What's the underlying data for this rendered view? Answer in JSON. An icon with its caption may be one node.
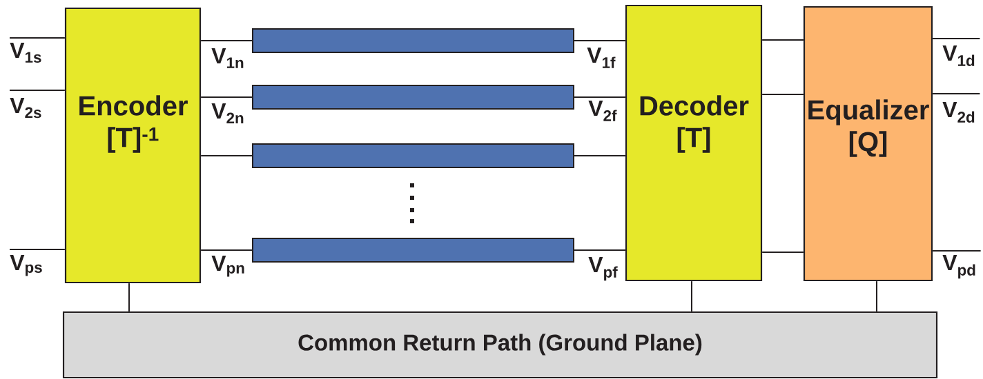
{
  "diagram": {
    "nodes": [
      {
        "text": [
          "Encoder",
          "[T]$^{-1}$"
        ]
      },
      {
        "text": [
          "Decoder",
          "[T]"
        ]
      },
      {
        "text": [
          "Equalizer",
          "[Q]"
        ]
      },
      {
        "text": [
          "Common Return Path (Ground Plane)"
        ]
      },
      {
        "text": [],
        "shape": "bar"
      },
      {
        "text": [],
        "shape": "bar"
      },
      {
        "text": [],
        "shape": "bar"
      },
      {
        "text": [],
        "shape": "bar"
      },
      {
        "text": [
          "V$_{1s}$"
        ]
      },
      {
        "text": [
          "V$_{2s}$"
        ]
      },
      {
        "text": [
          "V$_{ps}$"
        ]
      },
      {
        "text": [
          "V$_{1d}$"
        ]
      },
      {
        "text": [
          "V$_{2d}$"
        ]
      },
      {
        "text": [
          "V$_{pd}$"
        ]
      }
    ],
    "edges": [
      {
        "from": 8,
        "to": 0,
        "arrow": "none"
      },
      {
        "from": 9,
        "to": 0,
        "arrow": "none"
      },
      {
        "from": 10,
        "to": 0,
        "arrow": "none"
      },
      {
        "from": 0,
        "to": 4,
        "arrow": "none"
      },
      {
        "from": 0,
        "to": 5,
        "arrow": "none"
      },
      {
        "from": 0,
        "to": 6,
        "arrow": "none"
      },
      {
        "from": 0,
        "to": 7,
        "arrow": "none"
      },
      {
        "from": 4,
        "to": 1,
        "arrow": "none"
      },
      {
        "from": 5,
        "to": 1,
        "arrow": "none"
      },
      {
        "from": 6,
        "to": 1,
        "arrow": "none"
      },
      {
        "from": 7,
        "to": 1,
        "arrow": "none"
      },
      {
        "from": 1,
        "to": 2,
        "arrow": "none"
      },
      {
        "from": 1,
        "to": 2,
        "arrow": "none"
      },
      {
        "from": 1,
        "to": 2,
        "arrow": "none"
      },
      {
        "from": 2,
        "to": 11,
        "arrow": "none"
      },
      {
        "from": 2,
        "to": 12,
        "arrow": "none"
      },
      {
        "from": 2,
        "to": 13,
        "arrow": "none"
      },
      {
        "from": 0,
        "to": 3,
        "arrow": "none"
      },
      {
        "from": 1,
        "to": 3,
        "arrow": "none"
      },
      {
        "from": 2,
        "to": 3,
        "arrow": "none"
      }
    ],
    "labels": [
      "V$_{1n}$",
      "V$_{1f}$",
      "V$_{2n}$",
      "V$_{2f}$",
      "V$_{pn}$",
      "V$_{pf}$"
    ]
  }
}
